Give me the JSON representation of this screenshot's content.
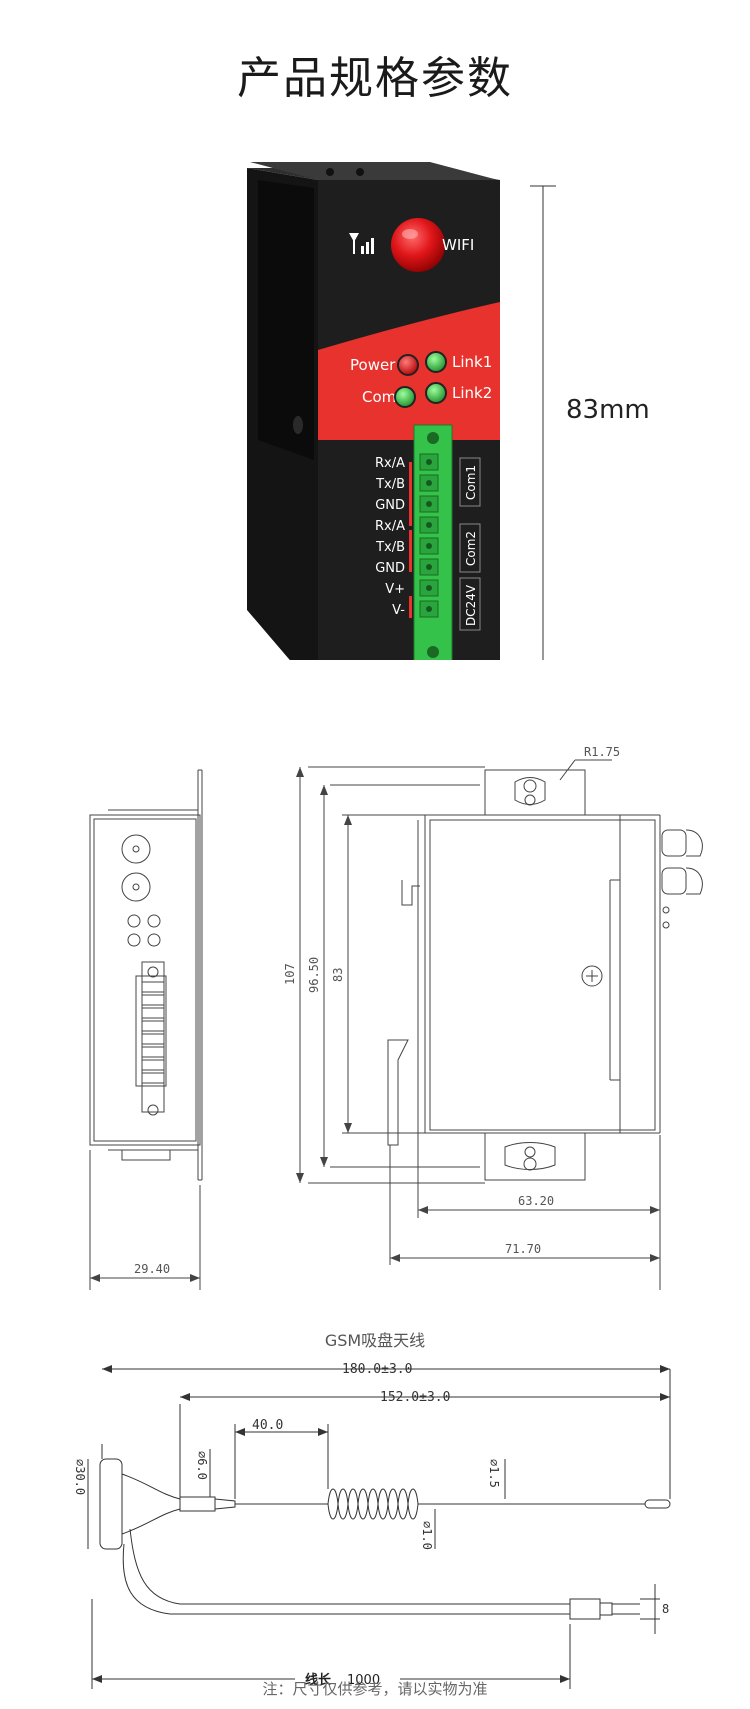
{
  "page": {
    "title": "产品规格参数"
  },
  "device": {
    "signal_label": "WIFI",
    "led_labels": {
      "power": "Power",
      "link1": "Link1",
      "com": "Com",
      "link2": "Link2"
    },
    "terminal_labels": [
      "Rx/A",
      "Tx/B",
      "GND",
      "Rx/A",
      "Tx/B",
      "GND",
      "V+",
      "V-"
    ],
    "group_labels": [
      "Com1",
      "Com2",
      "DC24V"
    ],
    "height_label": "83mm",
    "colors": {
      "body": "#1e1e1e",
      "accent": "#e8322d",
      "terminal": "#34c24a",
      "led_red": "#e0161a",
      "led_green": "#2fbf3c"
    }
  },
  "drawing": {
    "radius": "R1.75",
    "height_total": "107",
    "height_mid": "96.50",
    "height_body": "83",
    "depth_inner": "63.20",
    "depth_outer": "71.70",
    "width": "29.40"
  },
  "antenna": {
    "title": "GSM吸盘天线",
    "total_length": "180.0±3.0",
    "rod_length": "152.0±3.0",
    "spring_offset": "40.0",
    "base_diameter": "⌀30.0",
    "thread_diameter": "⌀6.0",
    "whip_diameter": "⌀1.5",
    "coil_diameter": "⌀1.0",
    "connector_size": "8",
    "cable_label": "线长",
    "cable_length": "1000"
  },
  "note": "注：尺寸仅供参考，请以实物为准"
}
